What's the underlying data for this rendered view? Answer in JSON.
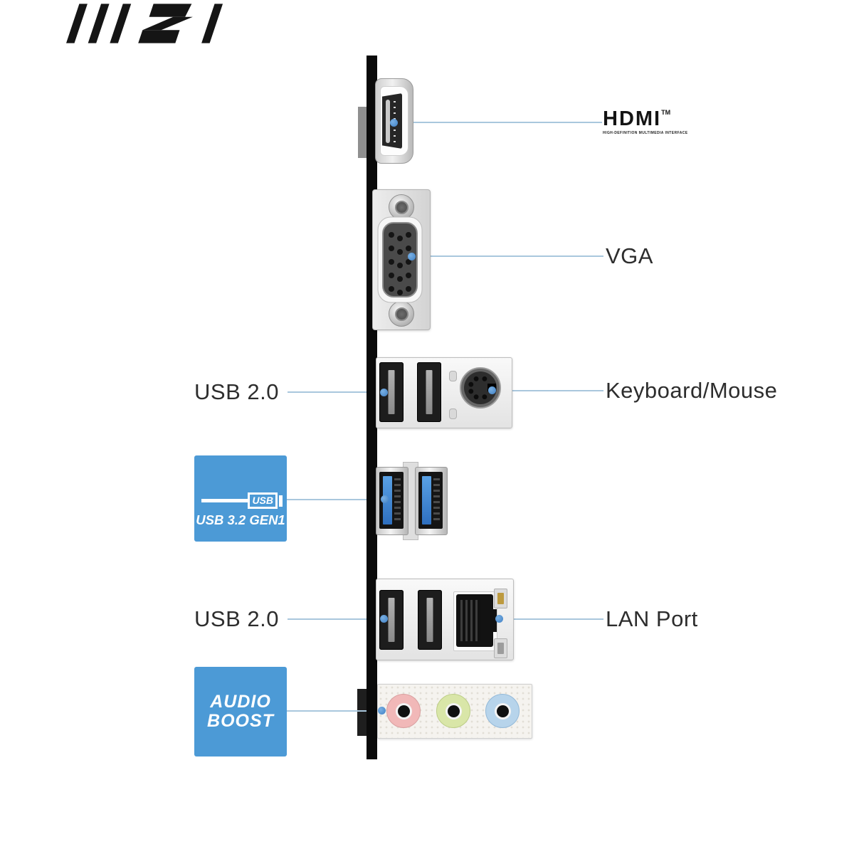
{
  "brand": {
    "name": "MSI"
  },
  "colors": {
    "badge_blue": "#4c9ad6",
    "callout_line": "#a9c7dd",
    "callout_dot": "#4a8fd4",
    "usb3_tongue": "#3f81cf",
    "io_bar": "#0a0a0a"
  },
  "rows": {
    "hdmi": {
      "label": "HDMI",
      "tm": "TM",
      "subtitle": "HIGH-DEFINITION MULTIMEDIA INTERFACE"
    },
    "vga": {
      "label": "VGA"
    },
    "usb2_ps2": {
      "left_label": "USB 2.0",
      "right_label": "Keyboard/Mouse"
    },
    "usb32": {
      "badge_icon_text": "USB",
      "badge_caption": "USB 3.2 GEN1"
    },
    "usb2_lan": {
      "left_label": "USB 2.0",
      "right_label": "LAN Port"
    },
    "audio": {
      "badge_line1": "AUDIO",
      "badge_line2": "BOOST"
    }
  },
  "audio_jacks": [
    {
      "name": "mic-in",
      "color": "#f1b8b8"
    },
    {
      "name": "line-out",
      "color": "#d9e6a8"
    },
    {
      "name": "line-in",
      "color": "#b7d4eb"
    }
  ]
}
